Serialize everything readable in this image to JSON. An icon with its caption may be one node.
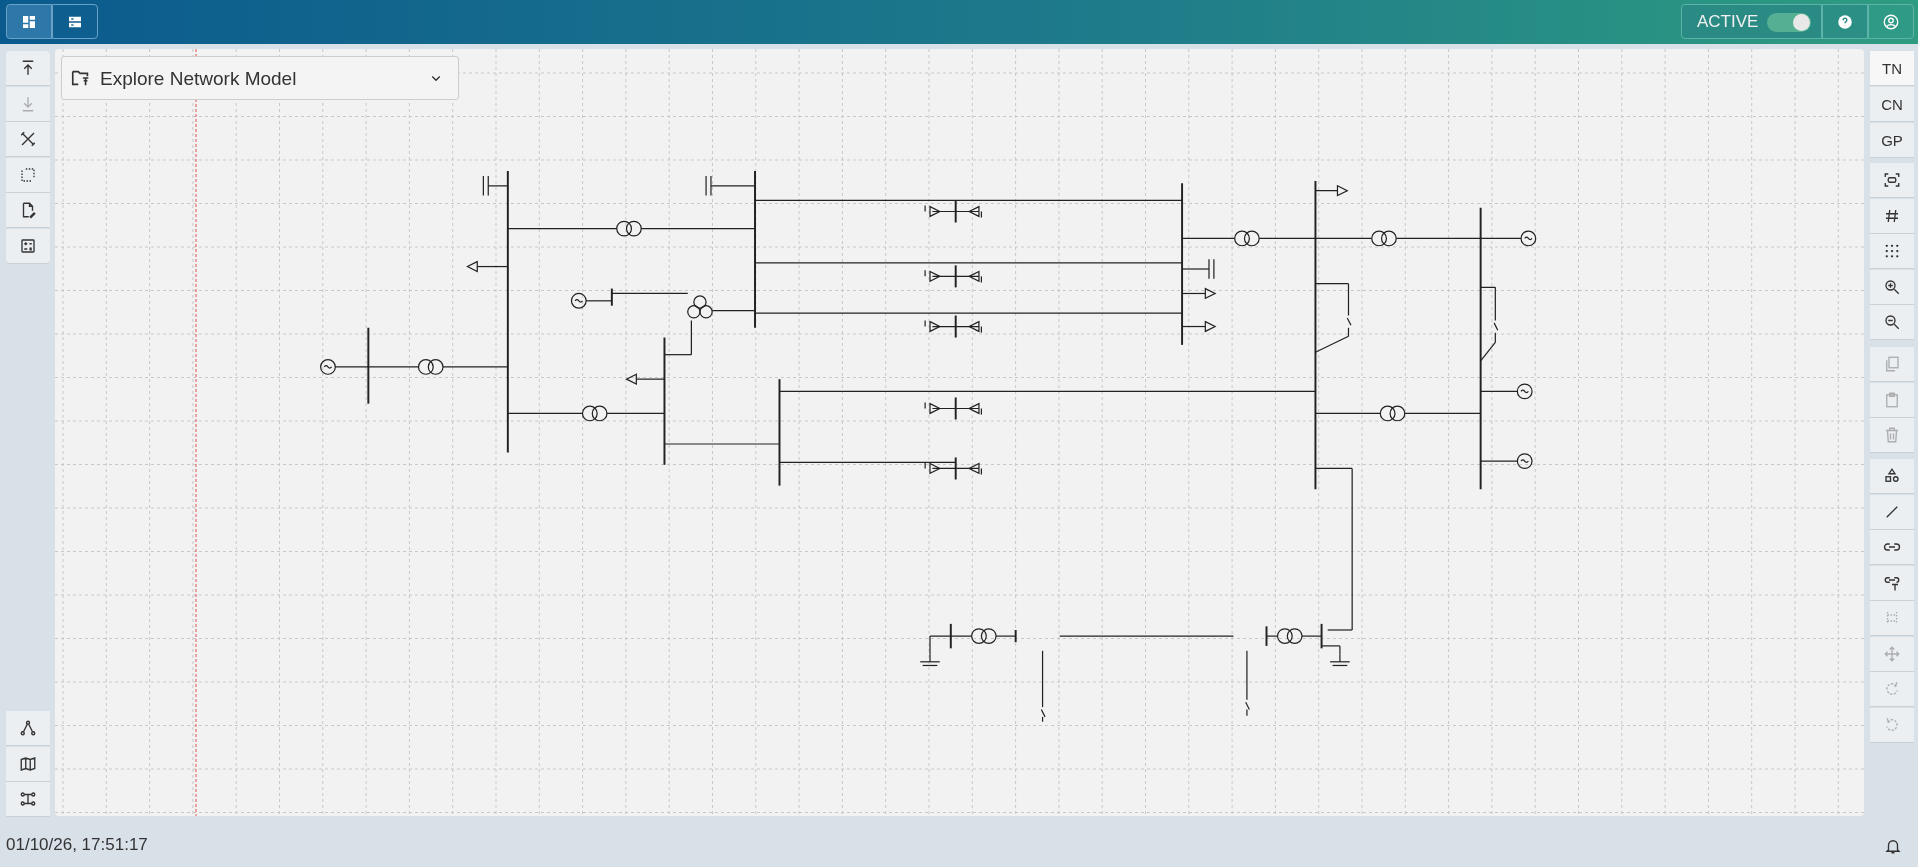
{
  "diagram": {
    "labels": [
      "Explore Network Model",
      "ACTIVE",
      "TN",
      "CN",
      "GP",
      "01/10/26, 17:51:17"
    ]
  }
}
